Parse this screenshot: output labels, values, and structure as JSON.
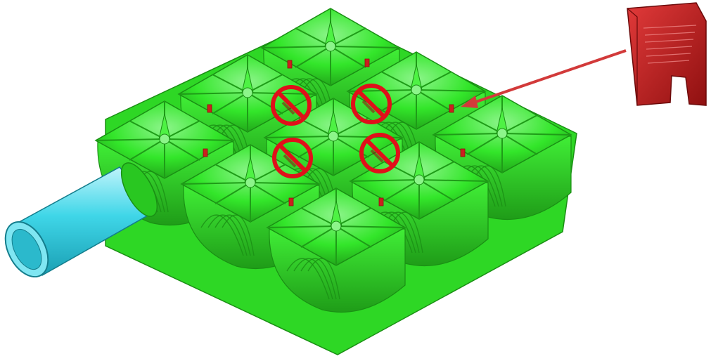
{
  "colors": {
    "background": "#ffffff",
    "module_fill": "#33e62a",
    "module_dark": "#1f9c18",
    "module_light": "#8cf58a",
    "pipe_fill": "#3fd6e8",
    "pipe_dark": "#1a9fb3",
    "pipe_light": "#bff4fb",
    "clip_fill": "#cc1f1f",
    "clip_dark": "#8f1010",
    "prohibit_color": "#e0101a",
    "arrow_color": "#d23a3a"
  },
  "diagram": {
    "grid_rows": 3,
    "grid_cols": 3,
    "prohibited_joint_count": 4,
    "icons": [
      "stormwater-module-icon",
      "inlet-pipe-icon",
      "connector-clip-icon",
      "prohibited-sign-icon"
    ]
  }
}
